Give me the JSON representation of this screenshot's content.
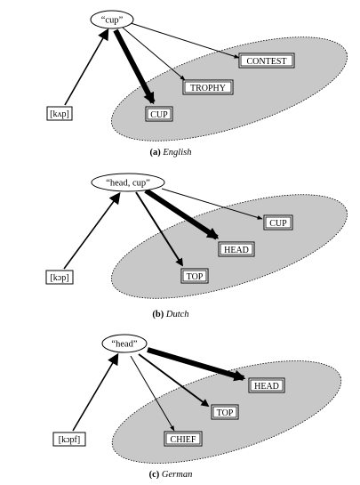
{
  "panels": [
    {
      "id": "a",
      "word": "“cup”",
      "phon": "[kʌp]",
      "concepts": [
        "CONTEST",
        "TROPHY",
        "CUP"
      ],
      "caption_tag": "(a)",
      "caption_lang": "English"
    },
    {
      "id": "b",
      "word": "“head, cup”",
      "phon": "[kɔp]",
      "concepts": [
        "CUP",
        "HEAD",
        "TOP"
      ],
      "caption_tag": "(b)",
      "caption_lang": "Dutch"
    },
    {
      "id": "c",
      "word": "“head”",
      "phon": "[kɔpf]",
      "concepts": [
        "HEAD",
        "TOP",
        "CHIEF"
      ],
      "caption_tag": "(c)",
      "caption_lang": "German"
    }
  ],
  "colors": {
    "region_fill": "#c8c8c8",
    "ink": "#000000",
    "background": "#ffffff"
  }
}
